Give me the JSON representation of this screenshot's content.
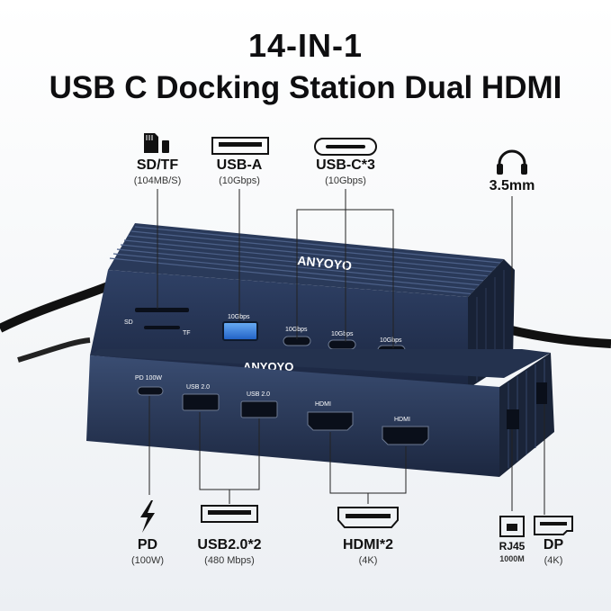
{
  "title": {
    "line1": "14-IN-1",
    "line2": "USB C Docking Station Dual HDMI"
  },
  "top_ports": [
    {
      "id": "sdtf",
      "label": "SD/TF",
      "spec": "(104MB/S)",
      "icon": "sd-card-icon"
    },
    {
      "id": "usba",
      "label": "USB-A",
      "spec": "(10Gbps)",
      "icon": "usb-a-icon"
    },
    {
      "id": "usbc",
      "label": "USB-C*3",
      "spec": "(10Gbps)",
      "icon": "usb-c-icon"
    },
    {
      "id": "audio",
      "label": "3.5mm",
      "spec": "",
      "icon": "headphones-icon"
    }
  ],
  "bottom_ports": [
    {
      "id": "pd",
      "label": "PD",
      "spec": "(100W)",
      "icon": "lightning-icon"
    },
    {
      "id": "usb2",
      "label": "USB2.0*2",
      "spec": "(480 Mbps)",
      "icon": "usb-a-icon"
    },
    {
      "id": "hdmi",
      "label": "HDMI*2",
      "spec": "(4K)",
      "icon": "hdmi-icon"
    },
    {
      "id": "rj45",
      "label": "RJ45",
      "spec": "1000M",
      "icon": "ethernet-icon"
    },
    {
      "id": "dp",
      "label": "DP",
      "spec": "(4K)",
      "icon": "displayport-icon"
    }
  ],
  "device_print": {
    "brand": "ANYOYO",
    "sd": "SD",
    "tf": "TF",
    "usba_speed": "10Gbps",
    "usbc_speed": "10Gbps",
    "pd": "PD 100W",
    "usb2": "USB 2.0",
    "hdmi": "HDMI"
  },
  "colors": {
    "device_body": "#2b3c5c",
    "device_dark": "#1a2438",
    "port_blue": "#2e7de0",
    "line": "#222222"
  }
}
